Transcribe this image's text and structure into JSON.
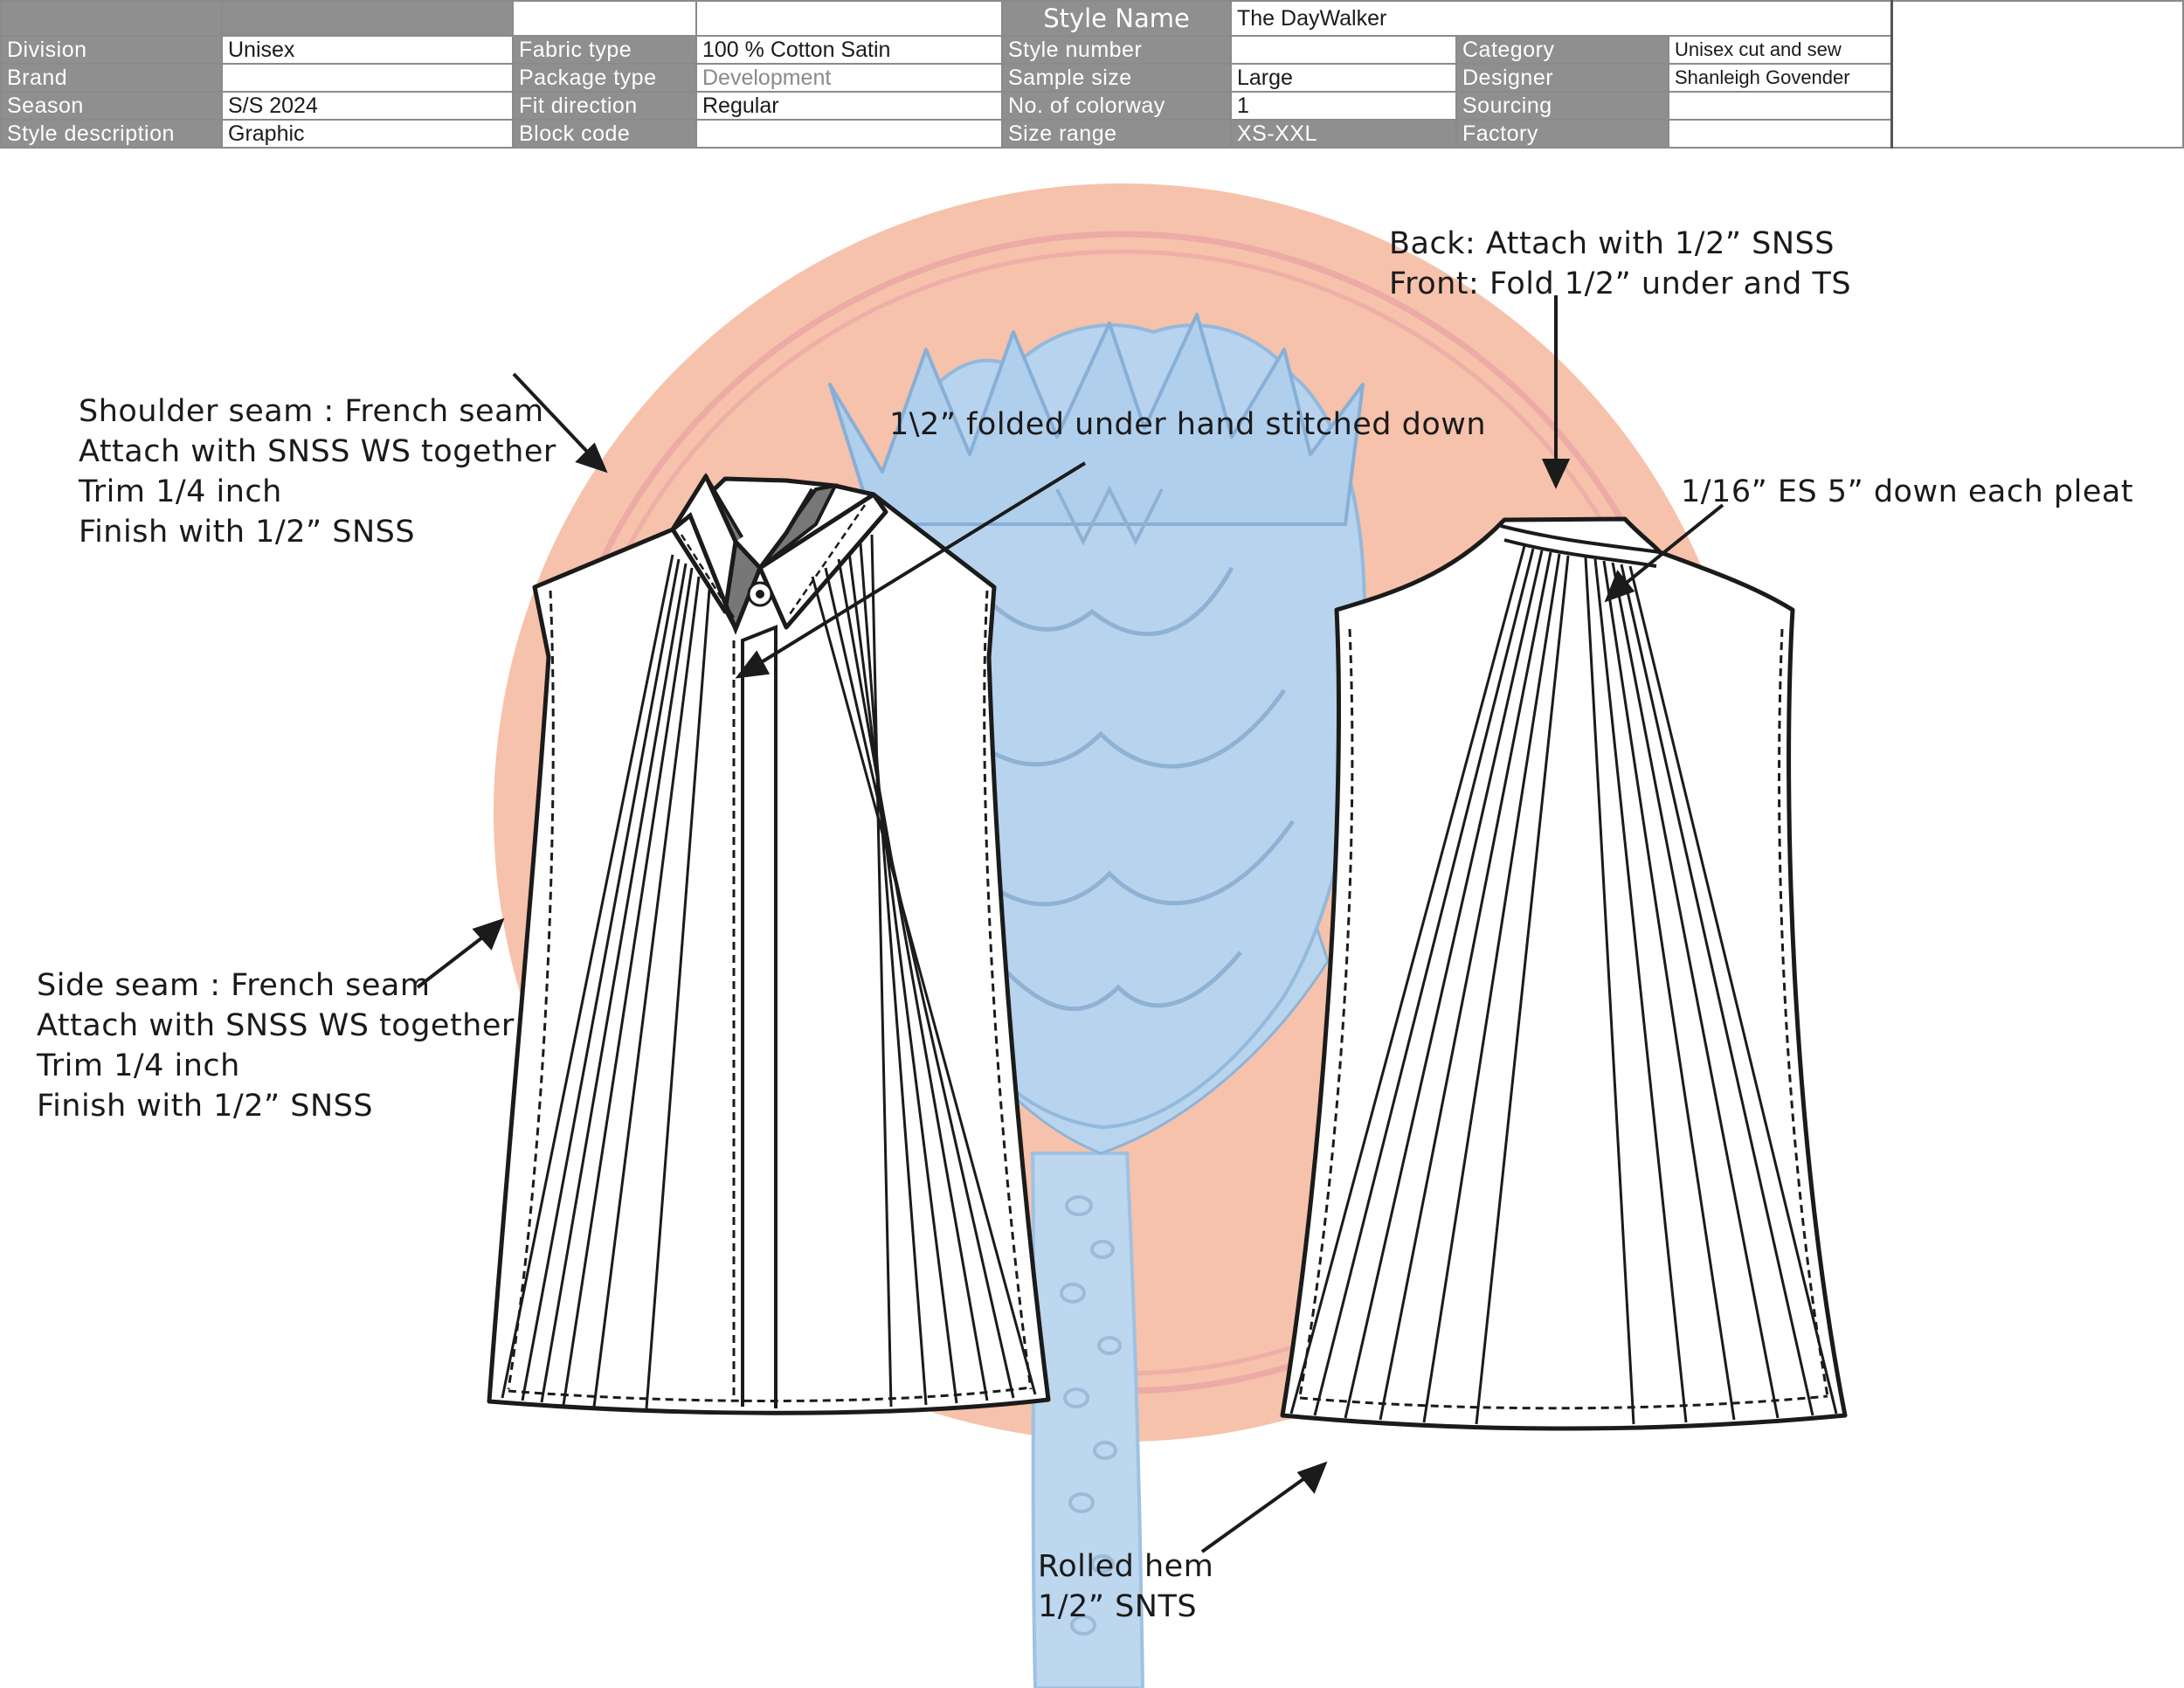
{
  "header": {
    "style_name_label": "Style Name",
    "style_name_value": "The DayWalker",
    "rows": [
      [
        {
          "label": "Division",
          "value": "Unisex"
        },
        {
          "label": "Fabric type",
          "value": "100 % Cotton Satin"
        },
        {
          "label": "Style number",
          "value": ""
        },
        {
          "label": "Category",
          "value": "Unisex cut and sew"
        }
      ],
      [
        {
          "label": "Brand",
          "value": ""
        },
        {
          "label": "Package type",
          "value": "Development"
        },
        {
          "label": "Sample size",
          "value": "Large"
        },
        {
          "label": "Designer",
          "value": "Shanleigh Govender"
        }
      ],
      [
        {
          "label": "Season",
          "value": "S/S 2024"
        },
        {
          "label": "Fit direction",
          "value": "Regular"
        },
        {
          "label": "No. of colorway",
          "value": "1"
        },
        {
          "label": "Sourcing",
          "value": ""
        }
      ],
      [
        {
          "label": "Style description",
          "value": "Graphic"
        },
        {
          "label": "Block code",
          "value": ""
        },
        {
          "label": "Size range",
          "value": "XS-XXL"
        },
        {
          "label": "Factory",
          "value": ""
        }
      ]
    ]
  },
  "annotations": {
    "shoulder": [
      "Shoulder seam : French seam",
      "Attach with SNSS WS together",
      "Trim 1/4 inch",
      "Finish with 1/2” SNSS"
    ],
    "placket": [
      "1\\2” folded under hand stitched down"
    ],
    "back_front": [
      "Back: Attach with 1/2” SNSS",
      "Front: Fold 1/2” under and TS"
    ],
    "pleat": [
      "1/16” ES 5” down each pleat"
    ],
    "side": [
      "Side seam : French seam",
      "Attach with SNSS WS together",
      "Trim 1/4 inch",
      "Finish with 1/2” SNSS"
    ],
    "hem": [
      "Rolled hem",
      "1/2” SNTS"
    ]
  },
  "colors": {
    "header_gray": "#8f8f8f",
    "circle_peach": "#f6c2ab",
    "circle_ring": "#e9a1a6",
    "flower_blue": "#b5d3ec",
    "outline": "#1b1b1b"
  }
}
